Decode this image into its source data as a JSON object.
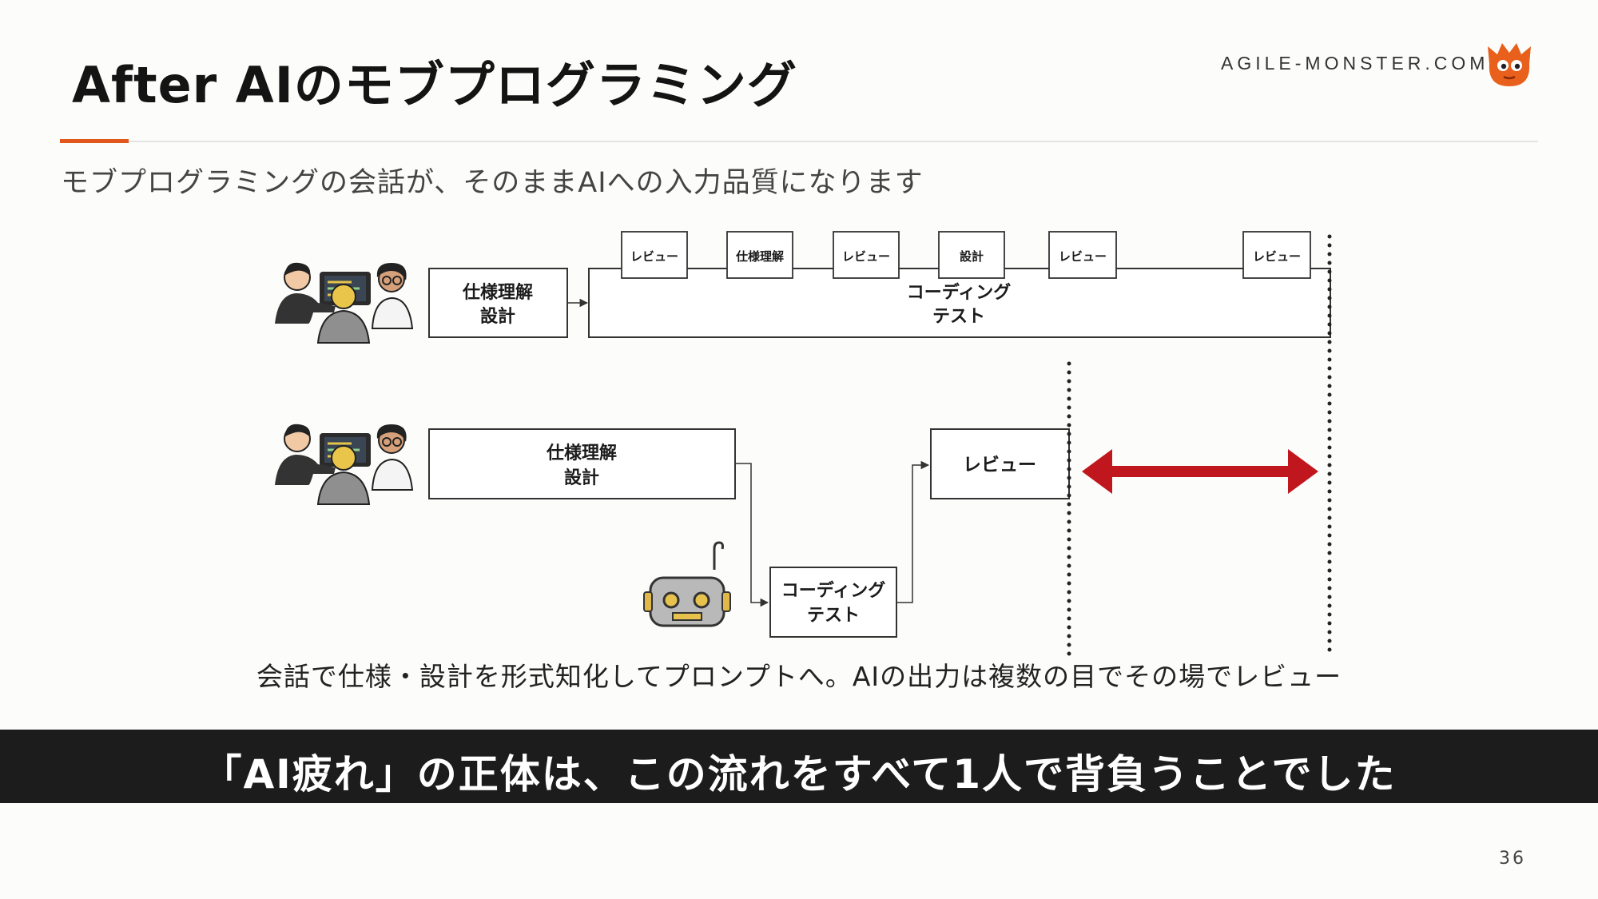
{
  "header": {
    "title": "After AIのモブプログラミング",
    "brand": "AGILE-MONSTER.COM",
    "accent_color": "#e2571c"
  },
  "subtitle": "モブプログラミングの会話が、そのままAIへの入力品質になります",
  "diagram": {
    "top": {
      "design_box": [
        "仕様理解",
        "設計"
      ],
      "steps": [
        "レビュー",
        "仕様理解",
        "レビュー",
        "設計",
        "レビュー",
        "レビュー"
      ],
      "coding_box": [
        "コーディング",
        "テスト"
      ]
    },
    "bottom": {
      "design_box": [
        "仕様理解",
        "設計"
      ],
      "coding_box": [
        "コーディング",
        "テスト"
      ],
      "review_box": "レビュー"
    },
    "arrow_color": "#c0171e",
    "icons": [
      "team-icon",
      "robot-icon"
    ]
  },
  "caption": "会話で仕様・設計を形式知化してプロンプトへ。AIの出力は複数の目でその場でレビュー",
  "banner": "「AI疲れ」の正体は、この流れをすべて1人で背負うことでした",
  "page_number": "36"
}
